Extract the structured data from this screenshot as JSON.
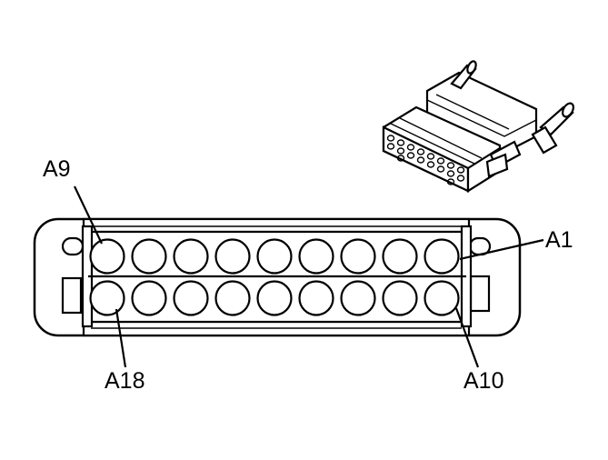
{
  "labels": {
    "top_left": "A9",
    "top_right": "A1",
    "bottom_left": "A18",
    "bottom_right": "A10"
  },
  "connector": {
    "rows": 2,
    "pins_per_row": 9,
    "total_pins": 18
  }
}
